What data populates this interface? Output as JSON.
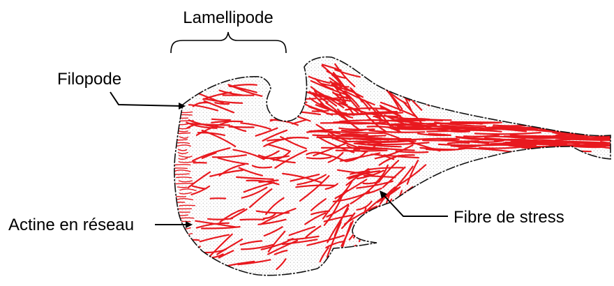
{
  "labels": {
    "lamellipode": "Lamellipode",
    "filopode": "Filopode",
    "actine": "Actine en réseau",
    "fibre": "Fibre de stress"
  },
  "colors": {
    "fiber": "#e8191f",
    "outline": "#111111",
    "stipple": "#9a9a9a",
    "text": "#000000"
  }
}
